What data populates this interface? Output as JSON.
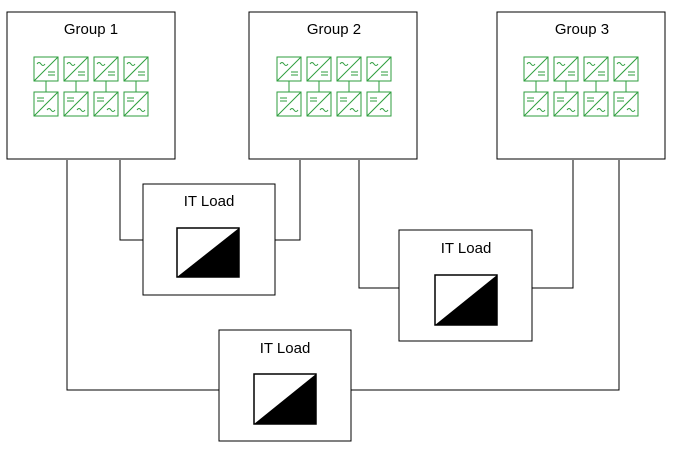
{
  "diagram": {
    "groups": [
      {
        "label": "Group 1"
      },
      {
        "label": "Group 2"
      },
      {
        "label": "Group 3"
      }
    ],
    "loads": [
      {
        "label": "IT Load"
      },
      {
        "label": "IT Load"
      },
      {
        "label": "IT Load"
      }
    ],
    "colors": {
      "converter_stroke": "#2e9e3e",
      "outline": "#000000",
      "background": "#ffffff"
    },
    "icons": {
      "converter": "ac-dc-converter-icon",
      "load": "it-load-icon"
    }
  }
}
